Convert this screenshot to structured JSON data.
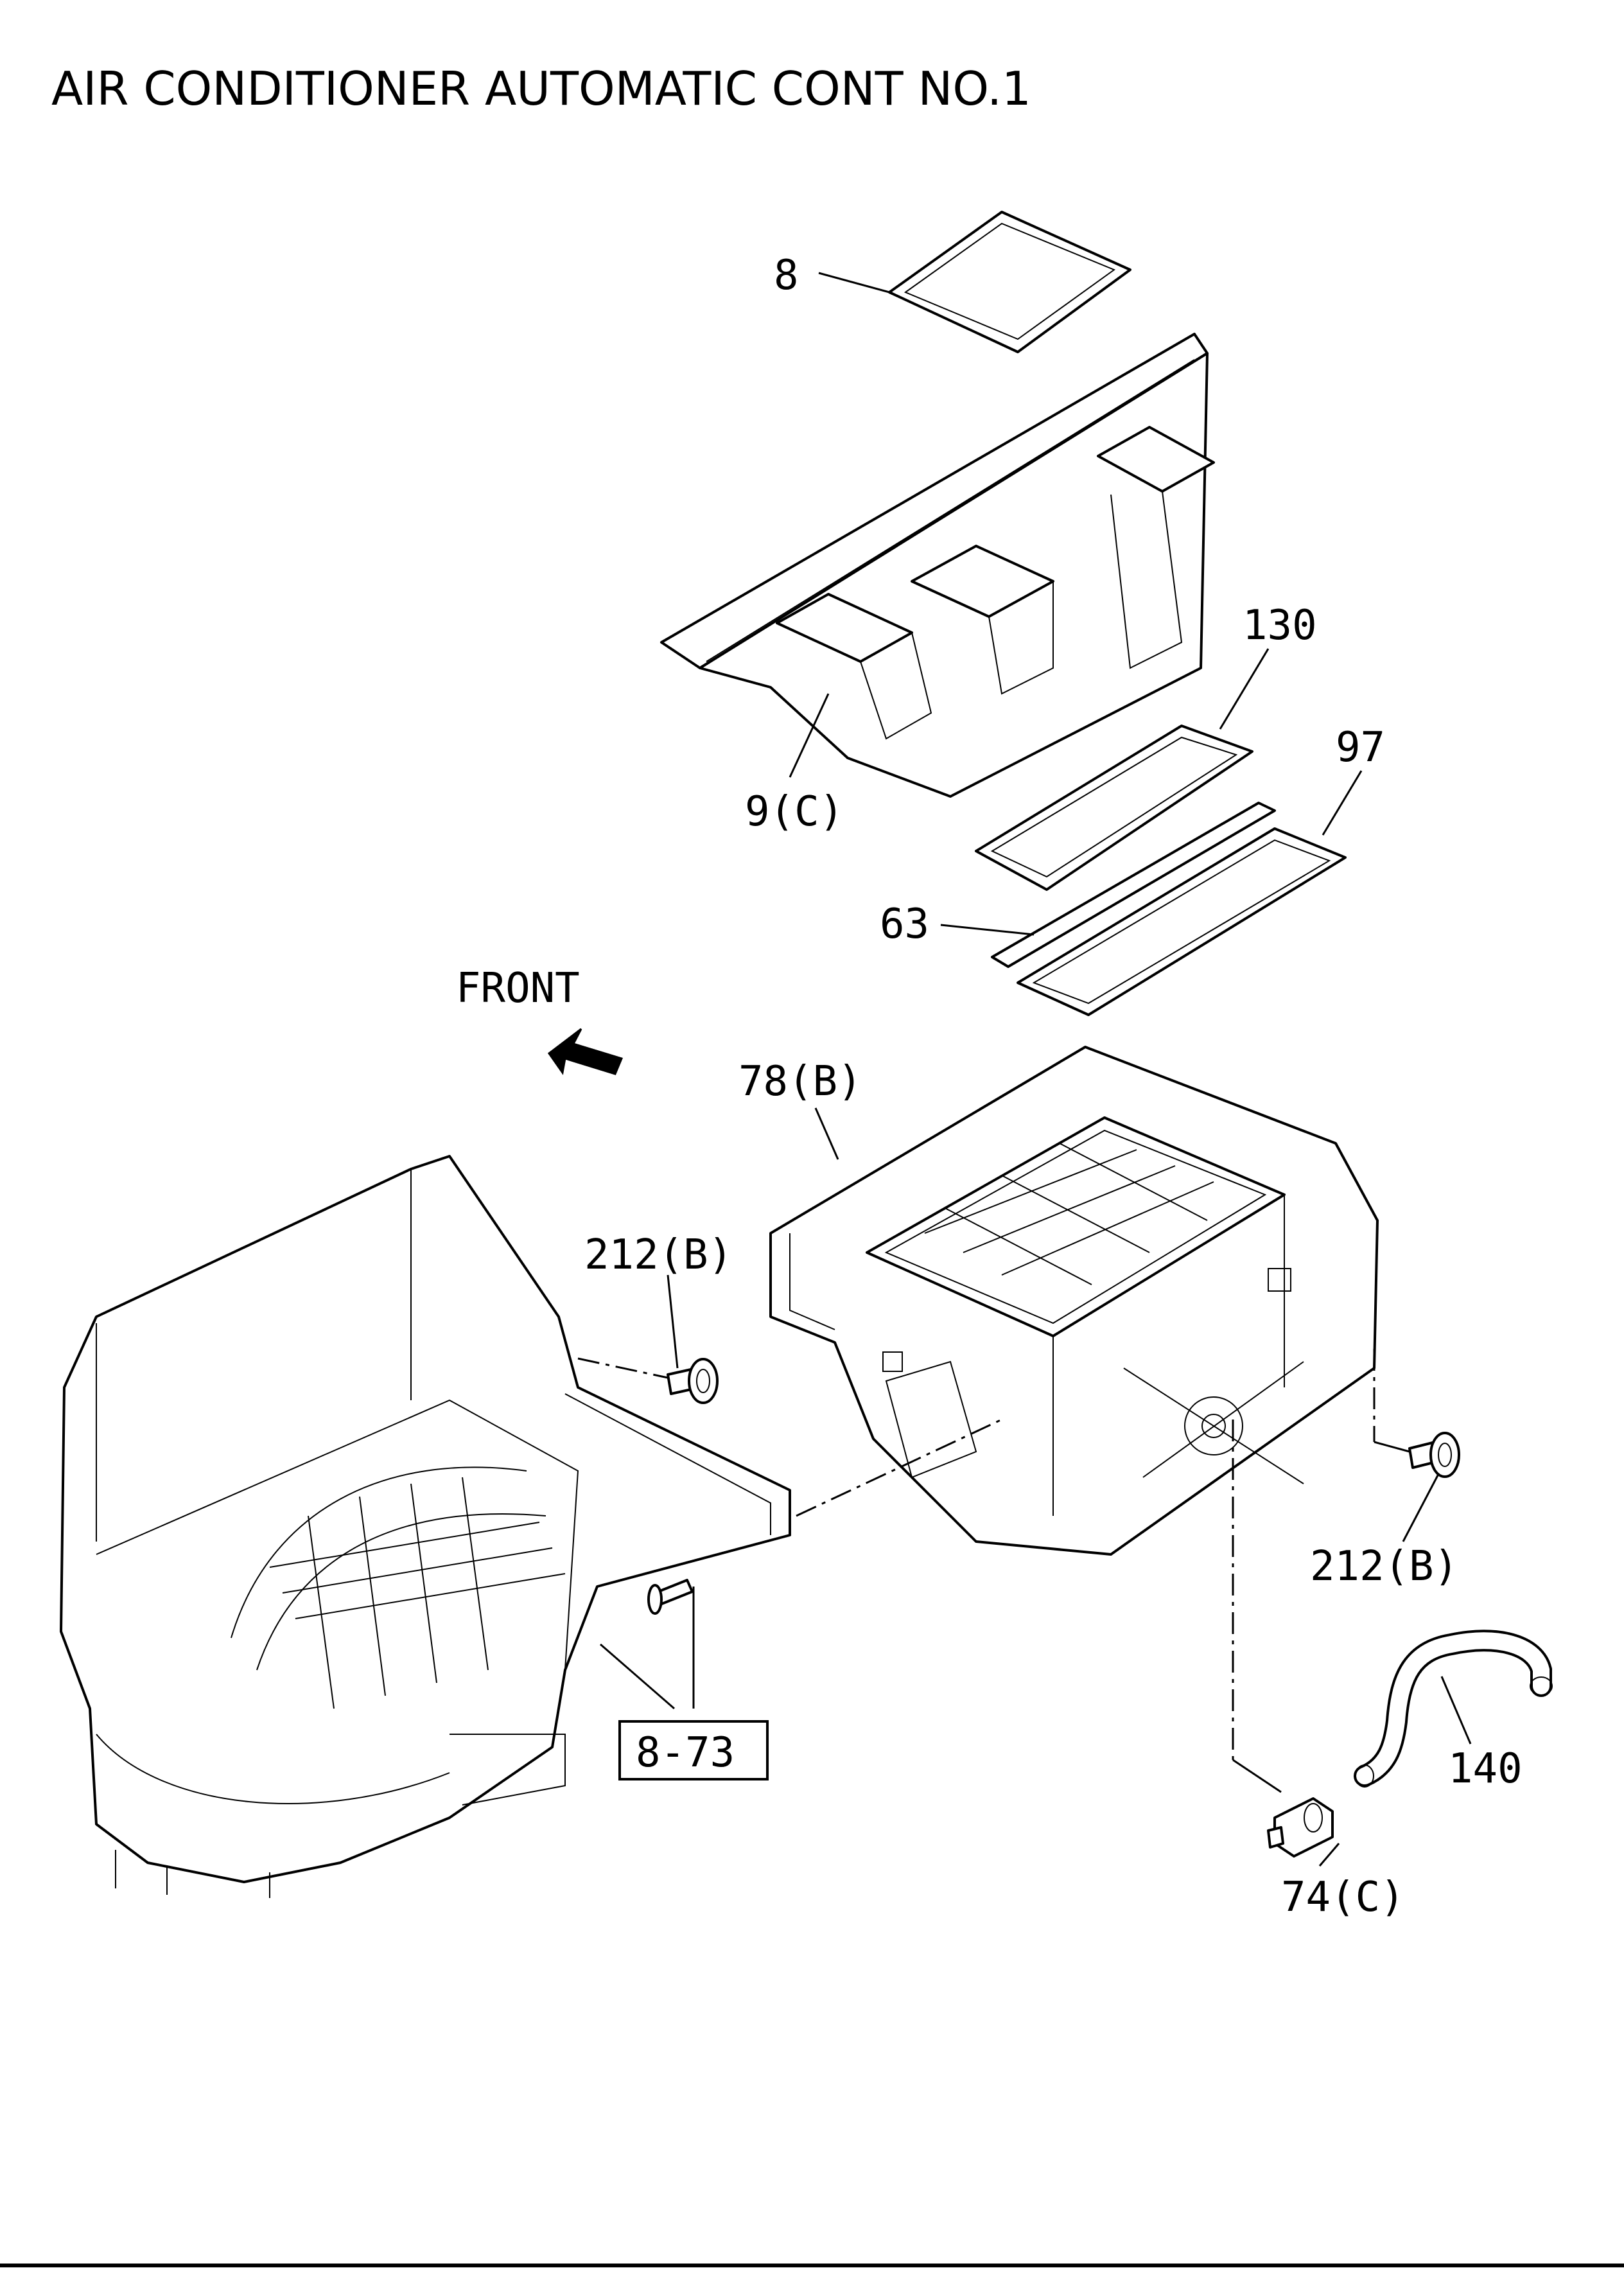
{
  "title": "AIR CONDITIONER AUTOMATIC CONT NO.1",
  "front_label": "FRONT",
  "callouts": {
    "c8": "8",
    "c9c": "9(C)",
    "c130": "130",
    "c97": "97",
    "c63": "63",
    "c78b": "78(B)",
    "c212b_left": "212(B)",
    "c212b_right": "212(B)",
    "c8_73": "8-73",
    "c140": "140",
    "c74c": "74(C)"
  }
}
